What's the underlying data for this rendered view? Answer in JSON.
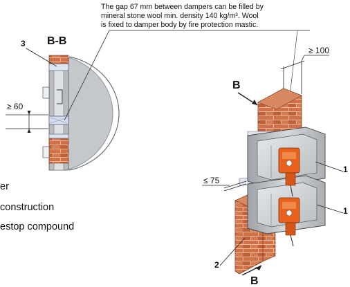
{
  "note": {
    "line1": "The gap 67 mm between dampers can be filled by",
    "line2": "mineral stone wool min. density 140 kg/m³. Wool",
    "line3": "is fixed to damper body by fire protection mastic."
  },
  "section": {
    "title": "B-B",
    "callout": "3",
    "dim_gap": "≥ 60"
  },
  "iso": {
    "section_mark_top": "B",
    "section_mark_bottom": "B",
    "dim_top": "≥ 100",
    "dim_side": "≤ 75",
    "callout_1a": "1",
    "callout_1b": "1",
    "callout_2": "2"
  },
  "legend": {
    "line1": "er",
    "line2": "construction",
    "line3": "estop compound"
  },
  "colors": {
    "brick": "#c8653c",
    "steel": "#bfc3c7",
    "actuator": "#e8621e",
    "outline": "#333333"
  }
}
